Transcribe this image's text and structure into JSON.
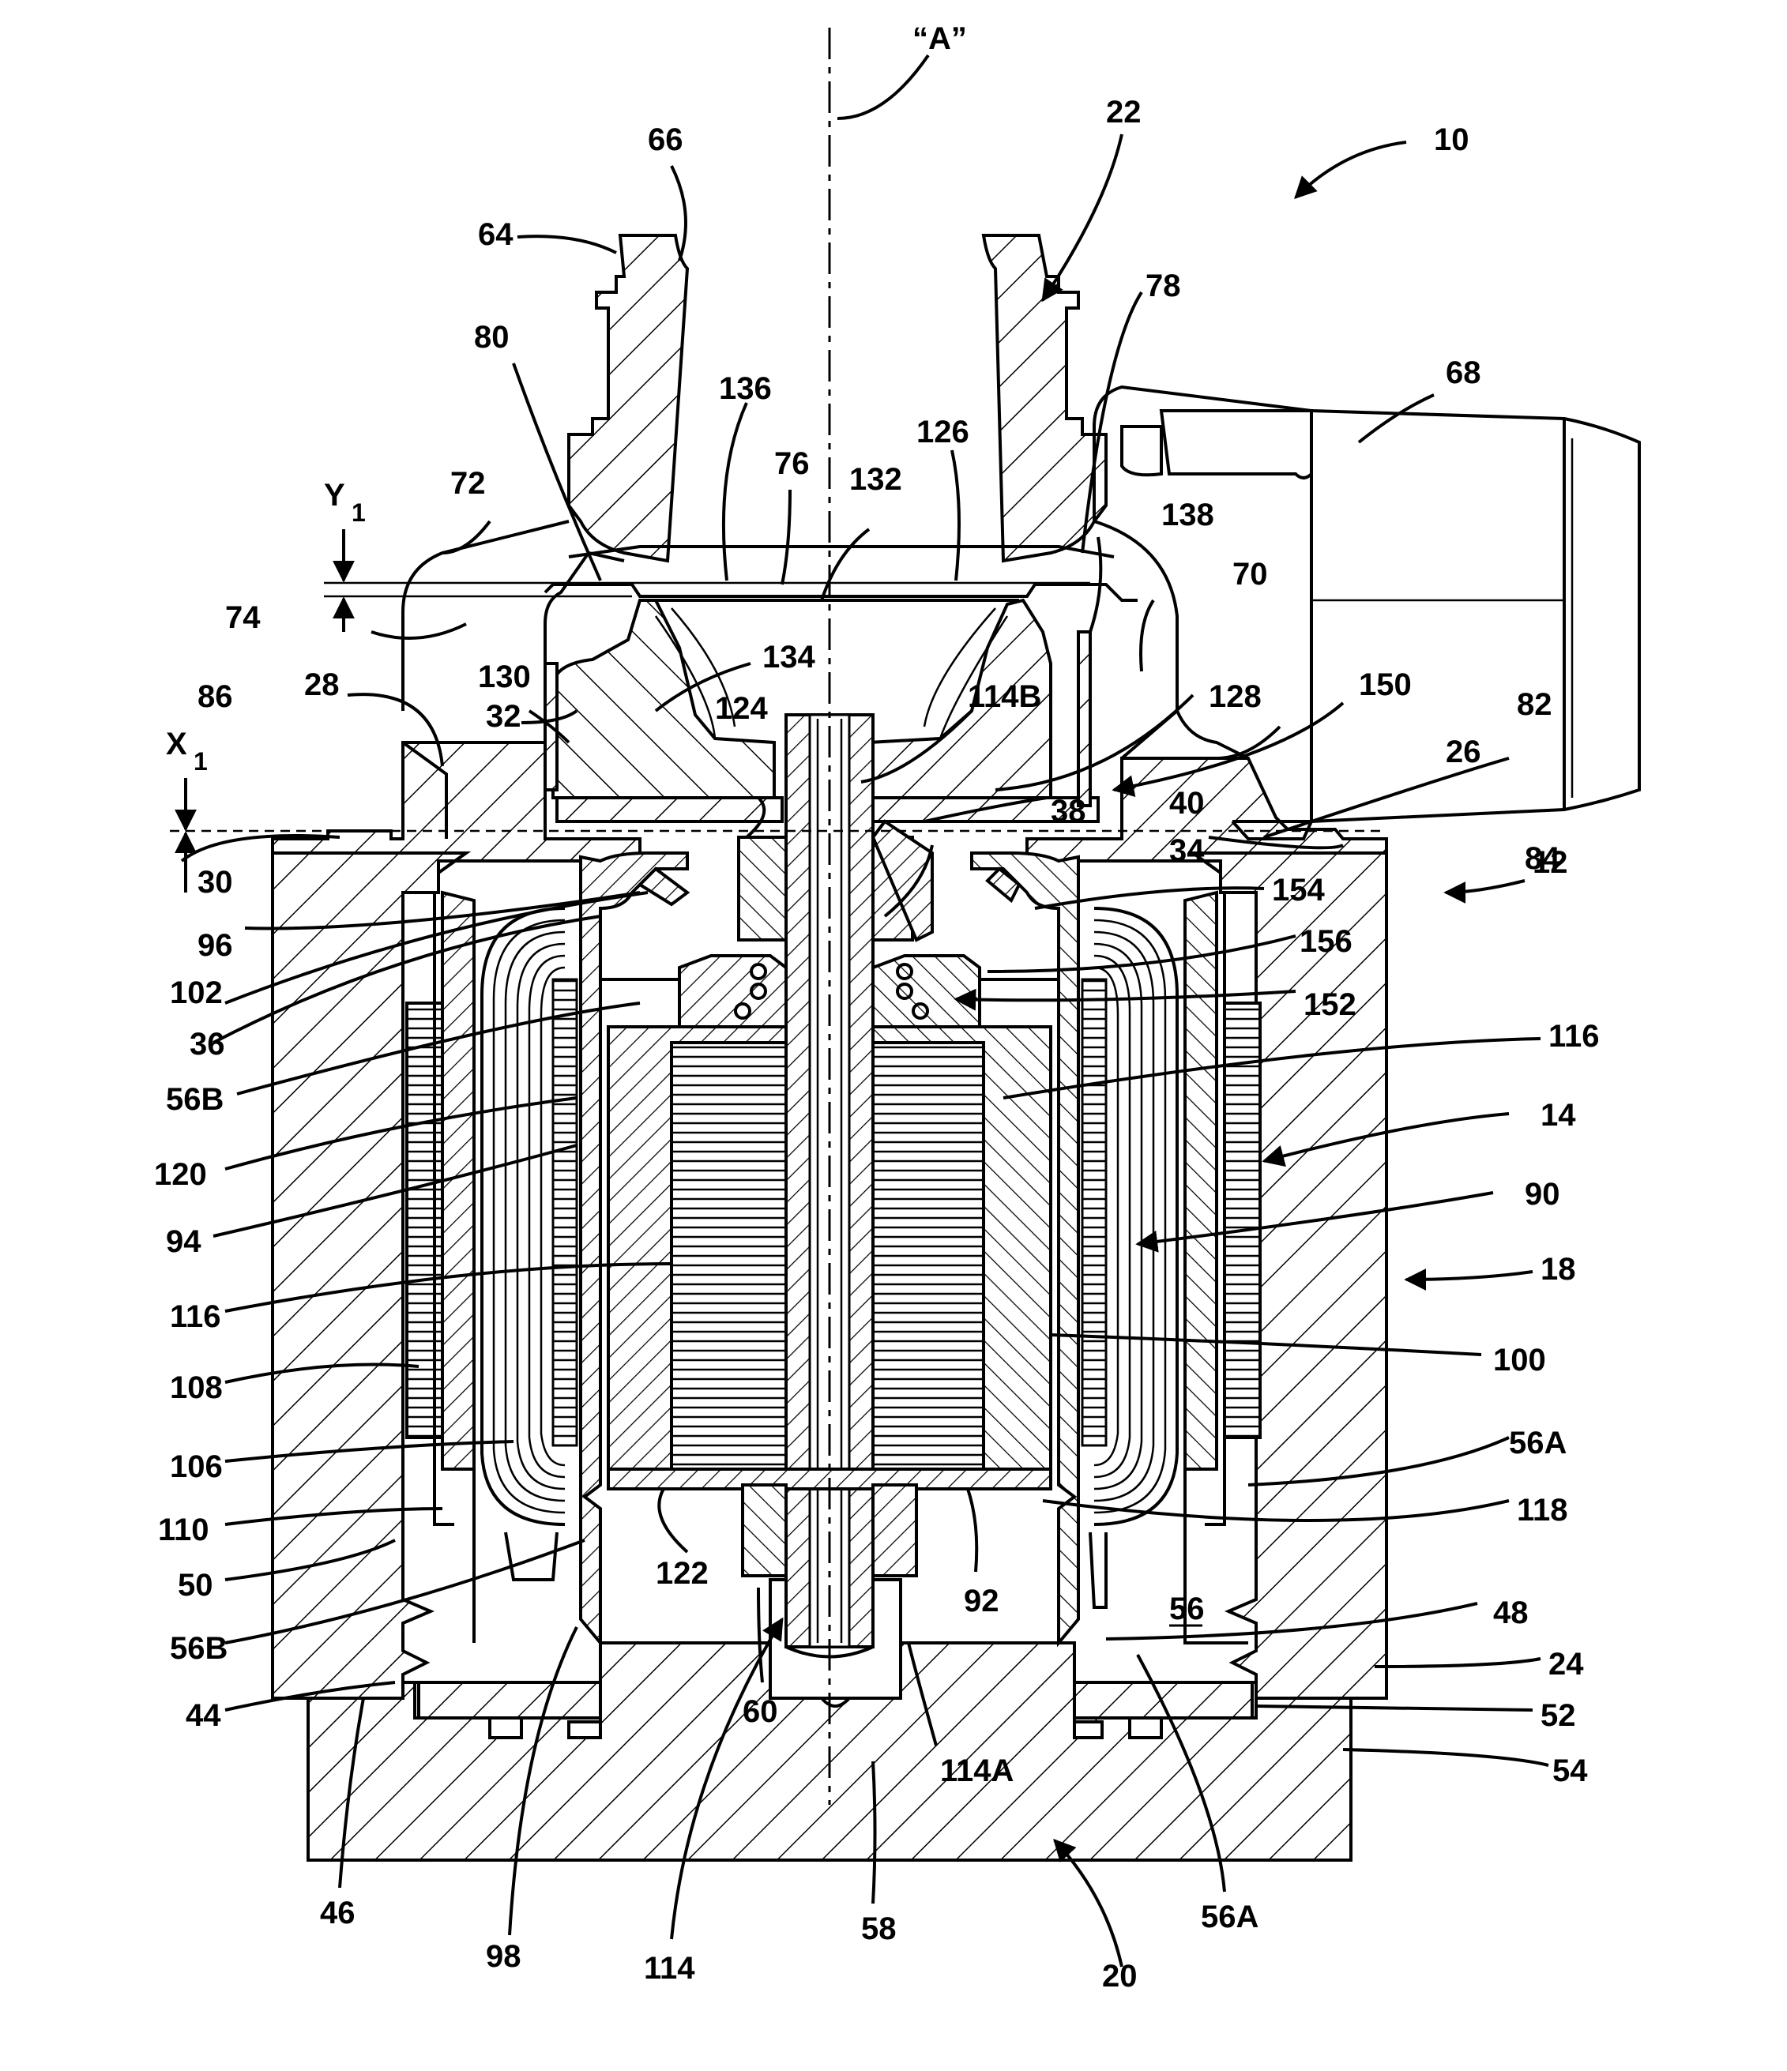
{
  "diagram": {
    "axis_label": "“A”",
    "dimension_labels": {
      "y": "Y",
      "y_sub": "1",
      "x": "X",
      "x_sub": "1"
    },
    "reference_numerals": [
      "10",
      "12",
      "14",
      "18",
      "20",
      "22",
      "24",
      "26",
      "28",
      "30",
      "32",
      "34",
      "36",
      "38",
      "40",
      "44",
      "46",
      "48",
      "50",
      "52",
      "54",
      "56",
      "56A",
      "56B",
      "58",
      "60",
      "64",
      "66",
      "68",
      "70",
      "72",
      "74",
      "76",
      "78",
      "80",
      "82",
      "84",
      "86",
      "90",
      "92",
      "94",
      "96",
      "98",
      "100",
      "102",
      "106",
      "108",
      "110",
      "114",
      "114A",
      "114B",
      "116",
      "118",
      "120",
      "122",
      "124",
      "126",
      "128",
      "130",
      "132",
      "134",
      "136",
      "138",
      "150",
      "152",
      "154",
      "156"
    ]
  },
  "labels": [
    {
      "text": "66"
    },
    {
      "text": "22"
    },
    {
      "text": "10"
    },
    {
      "text": "64"
    },
    {
      "text": "78"
    },
    {
      "text": "80"
    },
    {
      "text": "136"
    },
    {
      "text": "126"
    },
    {
      "text": "68"
    },
    {
      "text": "72"
    },
    {
      "text": "76"
    },
    {
      "text": "132"
    },
    {
      "text": "138"
    },
    {
      "text": "70"
    },
    {
      "text": "74"
    },
    {
      "text": "134"
    },
    {
      "text": "130"
    },
    {
      "text": "124"
    },
    {
      "text": "114B"
    },
    {
      "text": "128"
    },
    {
      "text": "150"
    },
    {
      "text": "28"
    },
    {
      "text": "32"
    },
    {
      "text": "82"
    },
    {
      "text": "86"
    },
    {
      "text": "26"
    },
    {
      "text": "38"
    },
    {
      "text": "40"
    },
    {
      "text": "30"
    },
    {
      "text": "34"
    },
    {
      "text": "84"
    },
    {
      "text": "12"
    },
    {
      "text": "96"
    },
    {
      "text": "154"
    },
    {
      "text": "102"
    },
    {
      "text": "156"
    },
    {
      "text": "36"
    },
    {
      "text": "152"
    },
    {
      "text": "116"
    },
    {
      "text": "56B"
    },
    {
      "text": "14"
    },
    {
      "text": "120"
    },
    {
      "text": "90"
    },
    {
      "text": "94"
    },
    {
      "text": "18"
    },
    {
      "text": "116"
    },
    {
      "text": "100"
    },
    {
      "text": "108"
    },
    {
      "text": "56A"
    },
    {
      "text": "106"
    },
    {
      "text": "118"
    },
    {
      "text": "110"
    },
    {
      "text": "122"
    },
    {
      "text": "92"
    },
    {
      "text": "50"
    },
    {
      "text": "56"
    },
    {
      "text": "48"
    },
    {
      "text": "56B"
    },
    {
      "text": "24"
    },
    {
      "text": "60"
    },
    {
      "text": "44"
    },
    {
      "text": "52"
    },
    {
      "text": "114A"
    },
    {
      "text": "54"
    },
    {
      "text": "46"
    },
    {
      "text": "98"
    },
    {
      "text": "56A"
    },
    {
      "text": "58"
    },
    {
      "text": "114"
    },
    {
      "text": "20"
    }
  ]
}
